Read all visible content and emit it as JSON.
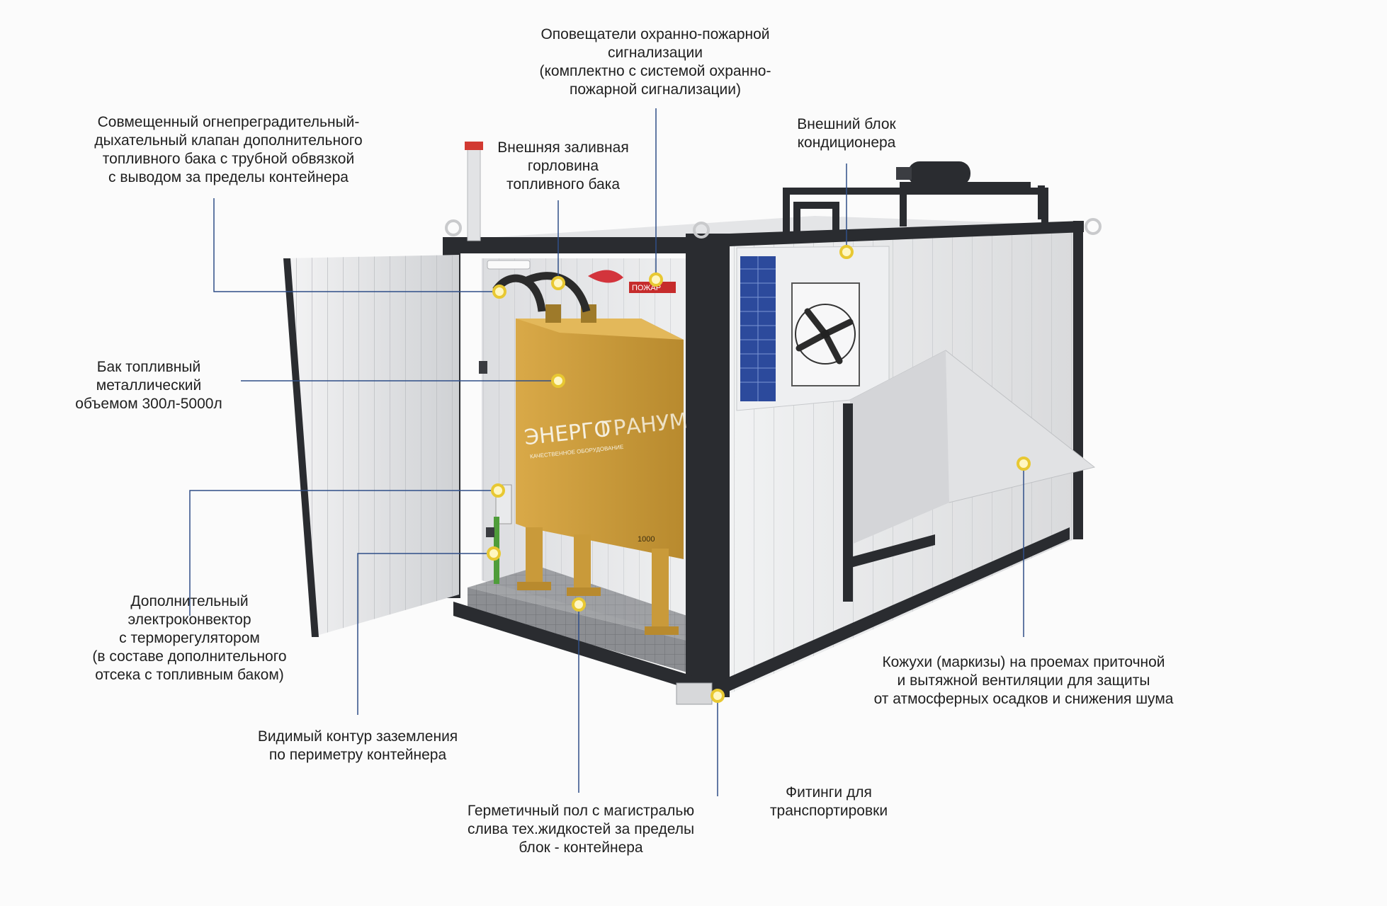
{
  "colors": {
    "background": "#fbfbfb",
    "leader_line": "#2f4e88",
    "marker_fill": "#fff7c2",
    "marker_ring": "#e8c832",
    "tank": "#c99a3a",
    "frame": "#2a2c30",
    "panel": "#e7e8ea",
    "solar": "#2c4a9c"
  },
  "callouts": [
    {
      "id": "alarm",
      "text": "Оповещатели охранно-пожарной\nсигнализации\n(комплектно с системой охранно-\nпожарной сигнализации)"
    },
    {
      "id": "valve",
      "text": "Совмещенный огнепреградительный-\nдыхательный клапан дополнительного\nтопливного бака с трубной обвязкой\nс выводом за пределы контейнера"
    },
    {
      "id": "filler",
      "text": "Внешняя заливная\nгорловина\nтопливного бака"
    },
    {
      "id": "ac",
      "text": "Внешний блок\nкондиционера"
    },
    {
      "id": "tank",
      "text": "Бак топливный\nметаллический\nобъемом 300л-5000л"
    },
    {
      "id": "convector",
      "text": "Дополнительный\nэлектроконвектор\nс терморегулятором\n(в составе дополнительного\nотсека с топливным баком)"
    },
    {
      "id": "ground",
      "text": "Видимый контур заземления\nпо периметру контейнера"
    },
    {
      "id": "floor",
      "text": "Герметичный пол с магистралью\nслива тех.жидкостей за пределы\nблок - контейнера"
    },
    {
      "id": "fittings",
      "text": "Фитинги для\nтранспортировки"
    },
    {
      "id": "hoods",
      "text": "Кожухи (маркизы) на проемах приточной\nи вытяжной вентиляции для защиты\nот атмосферных осадков и снижения шума"
    }
  ],
  "product": {
    "brand_left": "ЭНЕРГО",
    "brand_right": "ГРАНУМ",
    "brand_tagline": "КАЧЕСТВЕННОЕ ОБОРУДОВАНИЕ",
    "tank_volume": "1000",
    "alarm_sign": "ПОЖАР"
  }
}
